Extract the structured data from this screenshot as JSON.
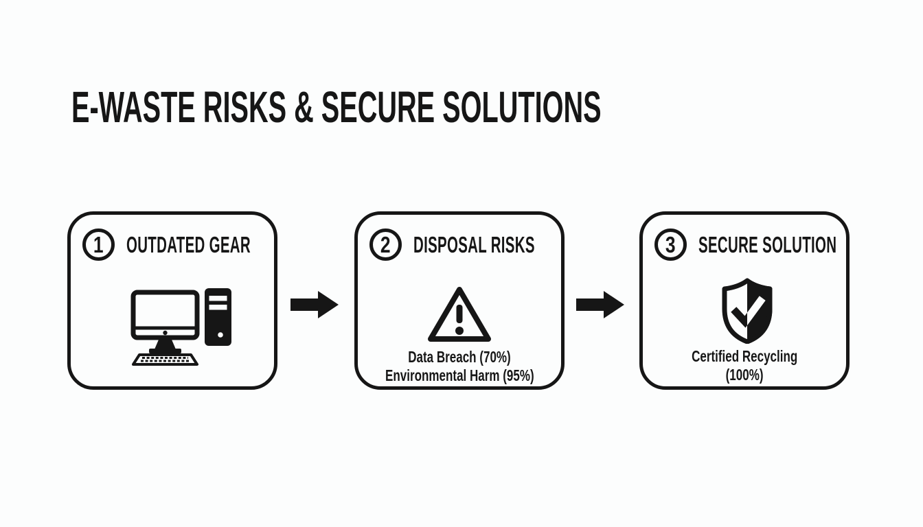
{
  "title": "E-WASTE RISKS & SECURE SOLUTIONS",
  "colors": {
    "ink": "#161616",
    "background": "#fcfdfd"
  },
  "steps": [
    {
      "number": "1",
      "label": "OUTDATED GEAR",
      "icon": "desktop-computer",
      "caption_lines": []
    },
    {
      "number": "2",
      "label": "DISPOSAL RISKS",
      "icon": "warning-triangle",
      "caption_lines": [
        "Data Breach (70%)",
        "Environmental Harm (95%)"
      ]
    },
    {
      "number": "3",
      "label": "SECURE SOLUTION",
      "icon": "shield-checkmark",
      "caption_lines": [
        "Certified Recycling",
        "(100%)"
      ]
    }
  ],
  "connectors": [
    "arrow-right",
    "arrow-right"
  ]
}
